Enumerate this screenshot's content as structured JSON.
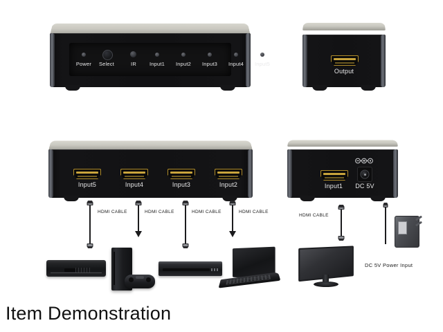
{
  "page": {
    "caption": "Item Demonstration",
    "background_color": "#ffffff"
  },
  "devices": {
    "front_unit": {
      "name": "HDMI switcher front panel",
      "controls": [
        {
          "label": "Power",
          "type": "led"
        },
        {
          "label": "Select",
          "type": "button"
        },
        {
          "label": "IR",
          "type": "sensor"
        },
        {
          "label": "Input1",
          "type": "led"
        },
        {
          "label": "Input2",
          "type": "led"
        },
        {
          "label": "Input3",
          "type": "led"
        },
        {
          "label": "Input4",
          "type": "led"
        },
        {
          "label": "Input5",
          "type": "led"
        }
      ]
    },
    "output_unit": {
      "name": "HDMI switcher output side",
      "port_label": "Output"
    },
    "rear_unit": {
      "name": "HDMI switcher rear panel",
      "ports": [
        "Input5",
        "Input4",
        "Input3",
        "Input2"
      ]
    },
    "power_unit": {
      "name": "HDMI switcher power side",
      "hdmi_label": "Input1",
      "dc_label": "DC 5V",
      "polarity_icon": "dc-center-positive-icon"
    }
  },
  "cables": {
    "hdmi_label": "HDMI CABLE",
    "left_cables": [
      {
        "label": "HDMI CABLE"
      },
      {
        "label": "HDMI CABLE"
      },
      {
        "label": "HDMI CABLE"
      },
      {
        "label": "HDMI CABLE"
      }
    ],
    "right_cable": {
      "label": "HDMI CABLE"
    },
    "power_label": "DC 5V Power Input"
  },
  "sources": [
    {
      "name": "set-top-box"
    },
    {
      "name": "game-console"
    },
    {
      "name": "dvd-player"
    },
    {
      "name": "laptop"
    }
  ],
  "display": {
    "name": "monitor"
  },
  "colors": {
    "chassis_black": "#121214",
    "chassis_top": "#c9c8c0",
    "hdmi_gold": "#c9a43c",
    "label_text": "#e9e9ea",
    "caption_text": "#111111"
  }
}
